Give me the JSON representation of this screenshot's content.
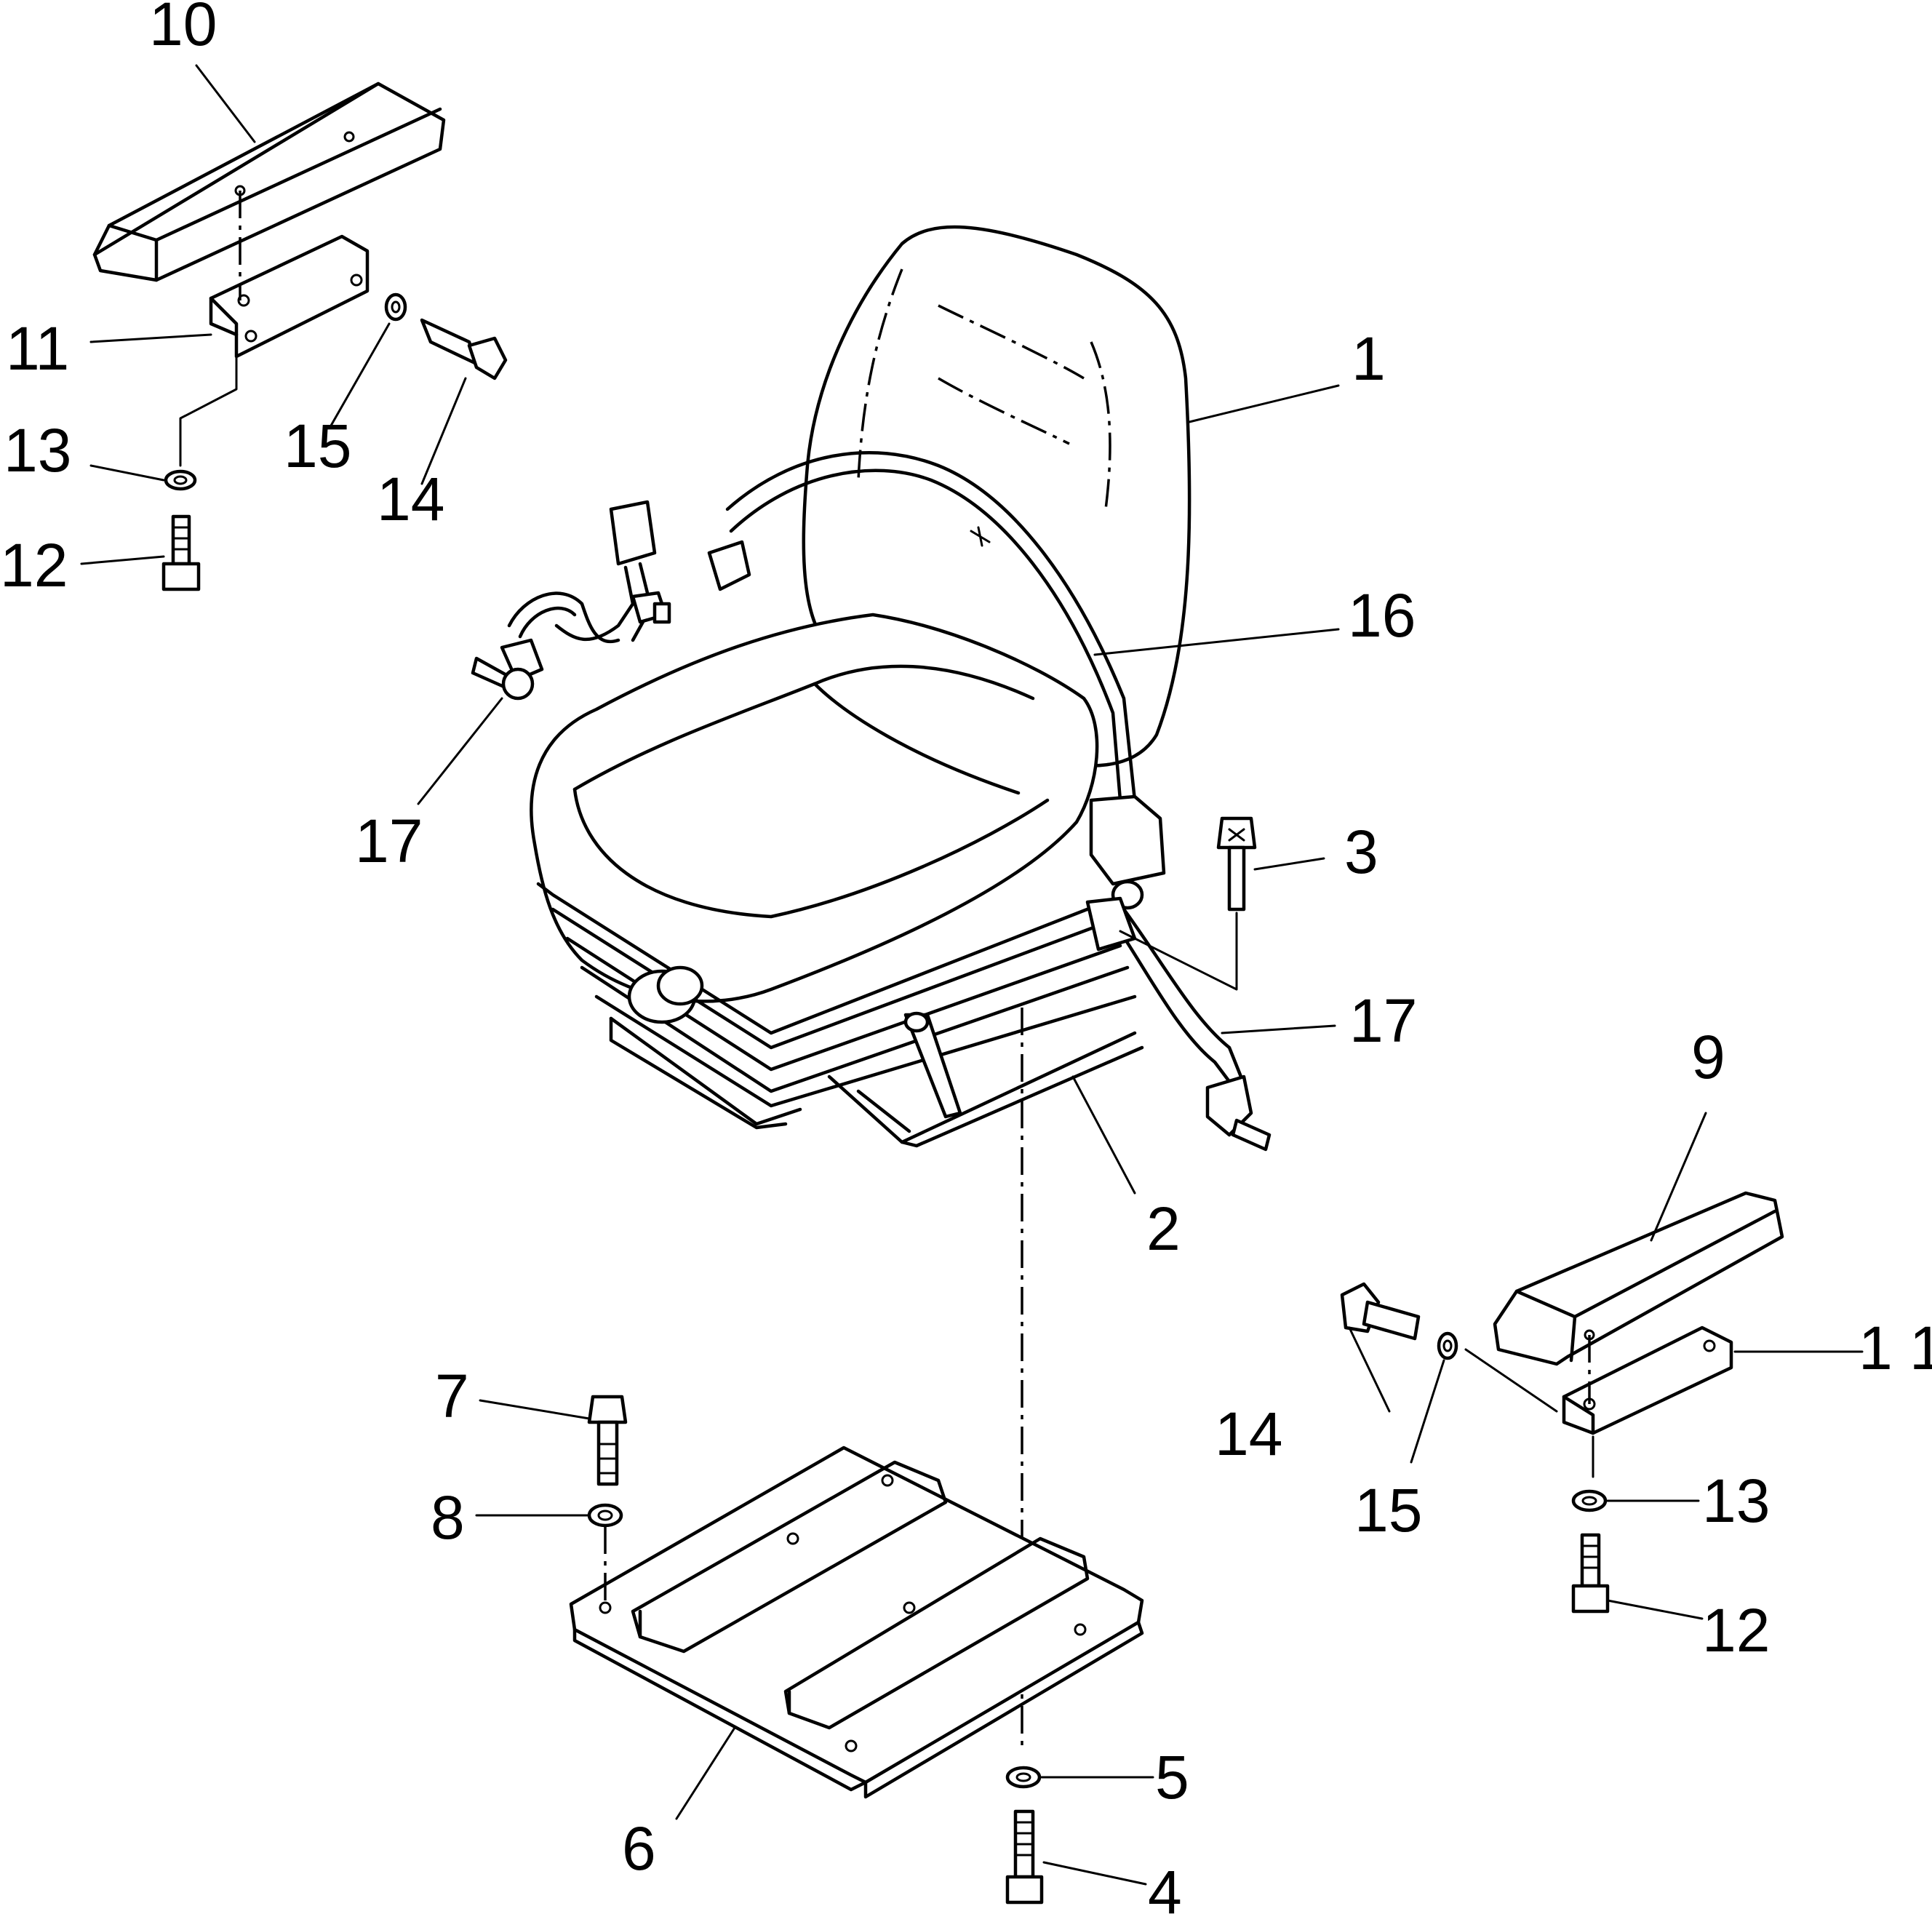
{
  "callouts": {
    "c1": "1",
    "c2": "2",
    "c3": "3",
    "c4": "4",
    "c5": "5",
    "c6": "6",
    "c7": "7",
    "c8": "8",
    "c9": "9",
    "c10": "10",
    "c11_left": "11",
    "c11_right": "1 1",
    "c12_left": "12",
    "c12_right": "12",
    "c13_left": "13",
    "c13_right": "13",
    "c14_left": "14",
    "c14_right": "14",
    "c15_left": "15",
    "c15_right": "15",
    "c16": "16",
    "c17_left": "17",
    "c17_right": "17"
  },
  "colors": {
    "ink": "#000000",
    "paper": "#ffffff"
  }
}
